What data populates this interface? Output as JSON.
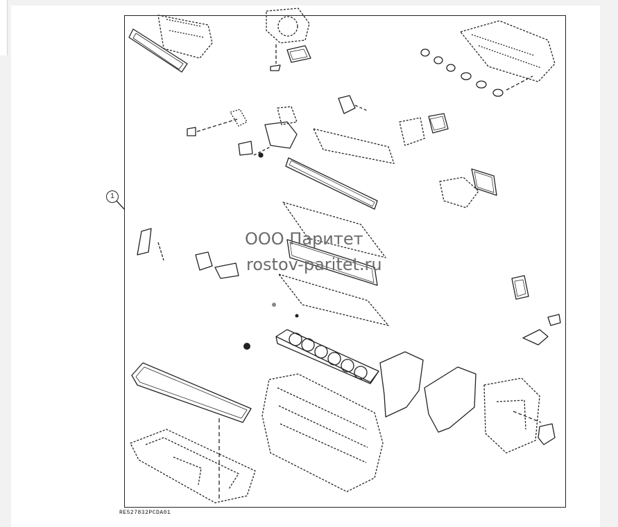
{
  "diagram": {
    "callout_label": "1",
    "part_code": "RE527832PCDA01",
    "watermark_line1": "ООО Паритет",
    "watermark_line2": "rostov-paritet.ru"
  }
}
